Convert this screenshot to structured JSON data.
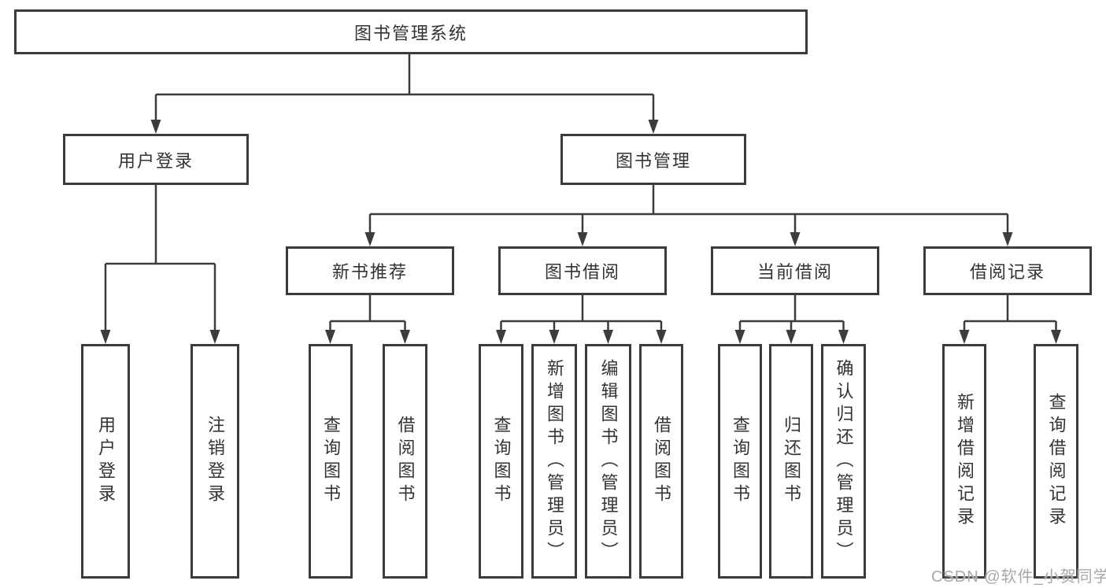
{
  "colors": {
    "line": "#3c3c3c",
    "box_border": "#3c3c3c",
    "text": "#333333",
    "background": "#ffffff",
    "watermark": "#a8a8a8"
  },
  "watermark": {
    "text": "CSDN @软件_小贺同学"
  },
  "tree": {
    "root": {
      "label": "图书管理系统",
      "children": [
        {
          "label": "用户登录",
          "children": [
            {
              "label": "用户登录"
            },
            {
              "label": "注销登录"
            }
          ]
        },
        {
          "label": "图书管理",
          "children": [
            {
              "label": "新书推荐",
              "children": [
                {
                  "label": "查询图书"
                },
                {
                  "label": "借阅图书"
                }
              ]
            },
            {
              "label": "图书借阅",
              "children": [
                {
                  "label": "查询图书"
                },
                {
                  "label": "新增图书（管理员）"
                },
                {
                  "label": "编辑图书（管理员）"
                },
                {
                  "label": "借阅图书"
                }
              ]
            },
            {
              "label": "当前借阅",
              "children": [
                {
                  "label": "查询图书"
                },
                {
                  "label": "归还图书"
                },
                {
                  "label": "确认归还（管理员）"
                }
              ]
            },
            {
              "label": "借阅记录",
              "children": [
                {
                  "label": "新增借阅记录"
                },
                {
                  "label": "查询借阅记录"
                }
              ]
            }
          ]
        }
      ]
    }
  }
}
